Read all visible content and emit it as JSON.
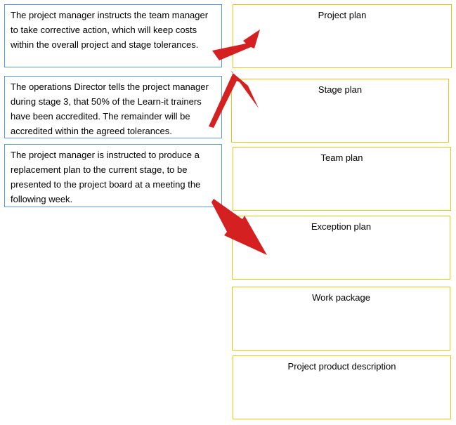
{
  "scenarios": [
    {
      "text": "The project manager instructs the team manager to take corrective action, which will keep costs within the overall project and stage tolerances."
    },
    {
      "text": "The operations Director tells the project manager during stage 3, that 50% of the Learn-it trainers have been accredited. The remainder will be accredited within the agreed tolerances."
    },
    {
      "text": "The project manager is instructed to produce a replacement plan to the current stage, to be presented to the project board at a meeting the following week."
    }
  ],
  "targets": [
    {
      "label": "Project plan"
    },
    {
      "label": "Stage plan"
    },
    {
      "label": "Team plan"
    },
    {
      "label": "Exception plan"
    },
    {
      "label": "Work package"
    },
    {
      "label": "Project product description"
    }
  ],
  "colors": {
    "scenario_border": "#5b9bd5",
    "target_border": "#e6c619",
    "arrow": "#d42020"
  }
}
